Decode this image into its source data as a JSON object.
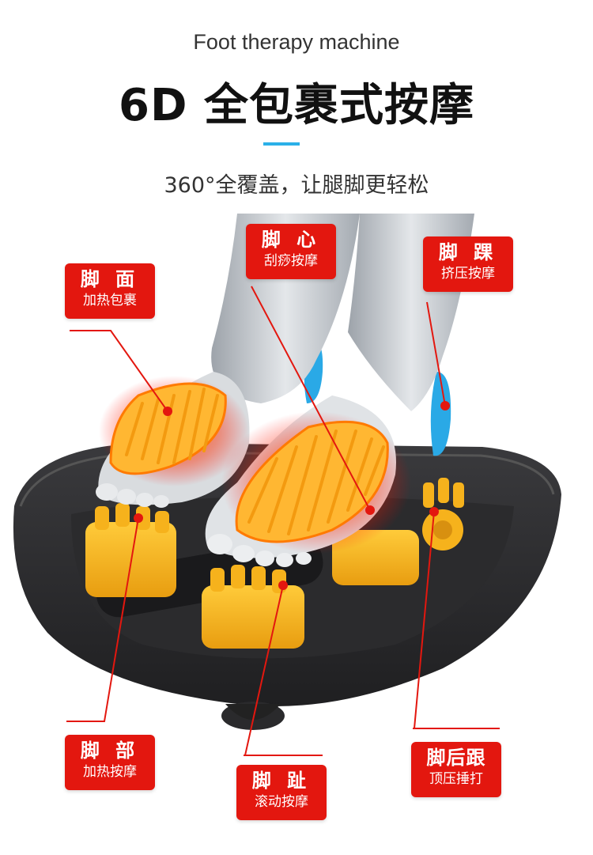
{
  "header": {
    "subtitle_en": "Foot therapy machine",
    "title": "6D 全包裹式按摩",
    "tagline": "360°全覆盖，让腿脚更轻松"
  },
  "colors": {
    "accent": "#2bb0e8",
    "label_red": "#e3170f",
    "roller_yellow": "#f6b21c",
    "basin_dark": "#2f2f31"
  },
  "labels": {
    "sole_surface": {
      "title": "脚 面",
      "desc": "加热包裹"
    },
    "arch": {
      "title": "脚 心",
      "desc": "刮痧按摩"
    },
    "ankle": {
      "title": "脚 踝",
      "desc": "挤压按摩"
    },
    "foot_part": {
      "title": "脚 部",
      "desc": "加热按摩"
    },
    "toe": {
      "title": "脚 趾",
      "desc": "滚动按摩"
    },
    "heel": {
      "title": "脚后跟",
      "desc": "顶压捶打"
    }
  }
}
